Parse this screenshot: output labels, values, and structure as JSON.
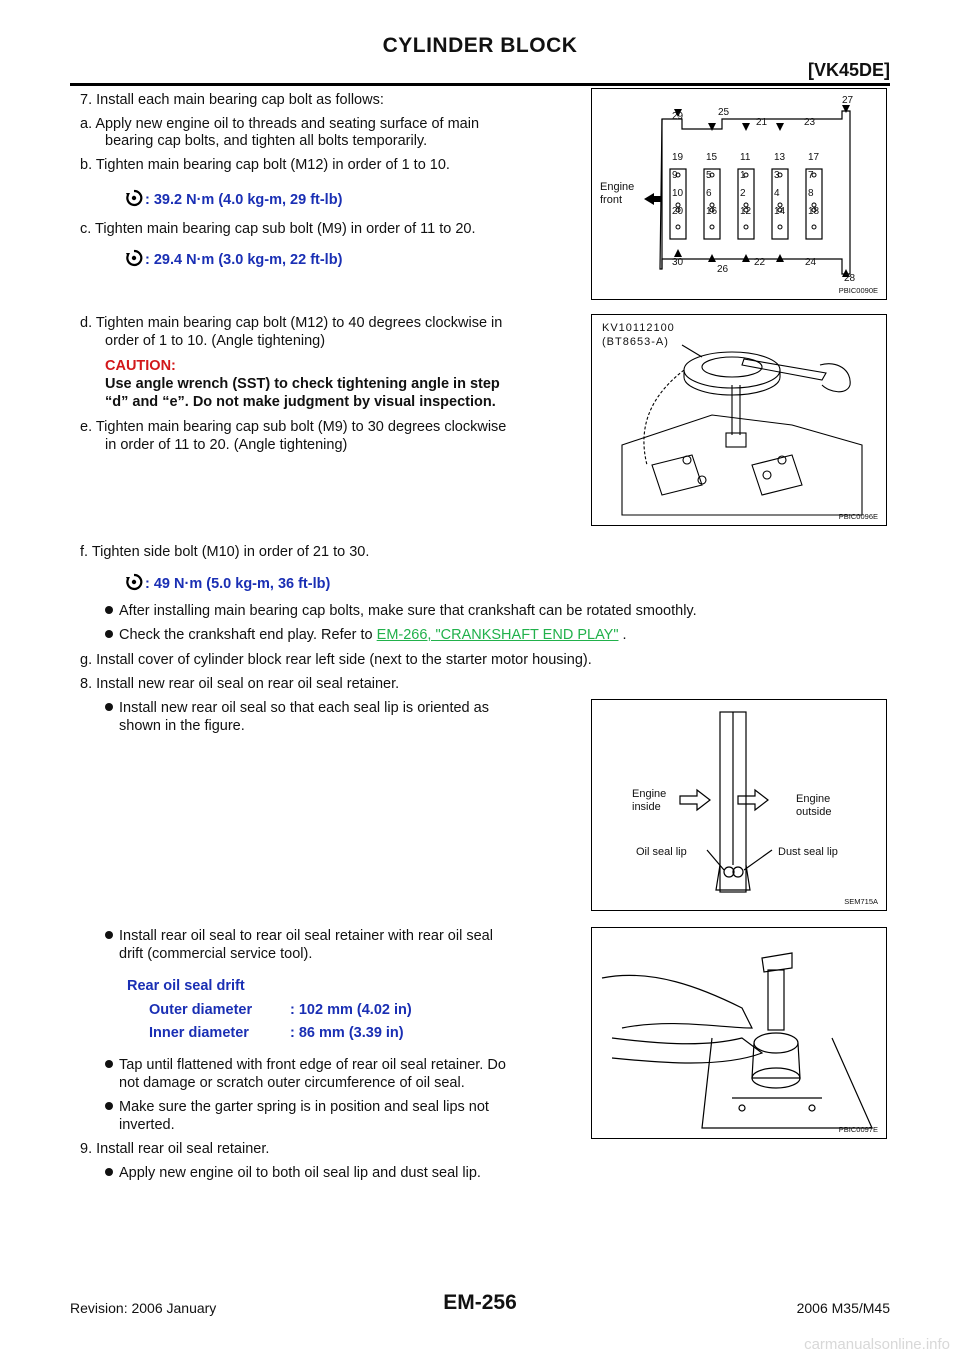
{
  "header": {
    "title": "CYLINDER BLOCK",
    "code": "[VK45DE]"
  },
  "steps": {
    "s7": "7. Install each main bearing cap bolt as follows:",
    "s7a_1": "a. Apply new engine oil to threads and seating surface of main",
    "s7a_2": "bearing cap bolts, and tighten all bolts temporarily.",
    "s7b": "b. Tighten main bearing cap bolt (M12) in order of 1 to 10.",
    "torque1": ": 39.2 N·m (4.0 kg-m, 29 ft-lb)",
    "s7c": "c. Tighten main bearing cap sub bolt (M9) in order of 11 to 20.",
    "torque2": ": 29.4 N·m (3.0 kg-m, 22 ft-lb)",
    "s7d_1": "d. Tighten main bearing cap bolt (M12) to 40 degrees clockwise in",
    "s7d_2": "order of 1 to 10. (Angle tightening)",
    "caution_label": "CAUTION:",
    "caution_1": "Use angle wrench (SST) to check tightening angle in step",
    "caution_2": "“d” and “e”. Do not make judgment by visual inspection.",
    "s7e_1": "e. Tighten main bearing cap sub bolt (M9) to 30 degrees clockwise",
    "s7e_2": "in order of 11 to 20. (Angle tightening)",
    "s7f": "f. Tighten side bolt (M10) in order of 21 to 30.",
    "torque3": ": 49 N·m (5.0 kg-m, 36 ft-lb)",
    "bullet_rotate": "After installing main bearing cap bolts, make sure that crankshaft can be rotated smoothly.",
    "bullet_endplay_pre": "Check the crankshaft end play. Refer to ",
    "bullet_endplay_link": "EM-266, \"CRANKSHAFT END PLAY\"",
    "bullet_endplay_post": " .",
    "s7g": "g. Install cover of cylinder block rear left side (next to the starter motor housing).",
    "s8": "8. Install new rear oil seal on rear oil seal retainer.",
    "bullet_seal_1": "Install new  rear oil seal so that each seal lip is oriented as",
    "bullet_seal_2": "shown in the figure.",
    "bullet_drift_1": "Install rear oil seal to rear oil seal retainer with rear oil seal",
    "bullet_drift_2": "drift (commercial service tool).",
    "drift_title": "Rear oil seal drift",
    "outer_label": "Outer diameter",
    "outer_value": ": 102 mm (4.02 in)",
    "inner_label": "Inner diameter",
    "inner_value": ": 86 mm (3.39 in)",
    "bullet_tap_1": "Tap until flattened with front edge of rear oil seal retainer. Do",
    "bullet_tap_2": "not damage or scratch outer circumference of oil seal.",
    "bullet_garter_1": "Make sure the garter spring is in position and seal lips not",
    "bullet_garter_2": "inverted.",
    "s9": "9. Install rear oil seal retainer.",
    "bullet_oil": "Apply new engine oil to both oil seal lip and dust seal lip."
  },
  "figures": {
    "fig1": {
      "code": "PBIC0090E",
      "engine_front_1": "Engine",
      "engine_front_2": "front",
      "top_labels": [
        "29",
        "25",
        "21",
        "23",
        "27"
      ],
      "bottom_labels": [
        "30",
        "26",
        "22",
        "24",
        "28"
      ],
      "cols": [
        [
          "19",
          "9",
          "10",
          "20"
        ],
        [
          "15",
          "5",
          "6",
          "16"
        ],
        [
          "11",
          "1",
          "2",
          "12"
        ],
        [
          "13",
          "3",
          "4",
          "14"
        ],
        [
          "17",
          "7",
          "8",
          "18"
        ]
      ]
    },
    "fig2": {
      "code": "PBIC0096E",
      "tool_1": "KV10112100",
      "tool_2": "(BT8653-A)"
    },
    "fig3": {
      "code": "SEM715A",
      "engine_inside_1": "Engine",
      "engine_inside_2": "inside",
      "engine_outside_1": "Engine",
      "engine_outside_2": "outside",
      "oil_seal_lip": "Oil seal lip",
      "dust_seal_lip": "Dust seal lip"
    },
    "fig4": {
      "code": "PBIC0097E"
    }
  },
  "footer": {
    "revision": "Revision: 2006 January",
    "page": "EM-256",
    "model": "2006 M35/M45",
    "watermark": "carmanualsonline.info"
  },
  "colors": {
    "torque_blue": "#1a2fb4",
    "caution_red": "#d2171a",
    "link_green": "#21b14b"
  }
}
